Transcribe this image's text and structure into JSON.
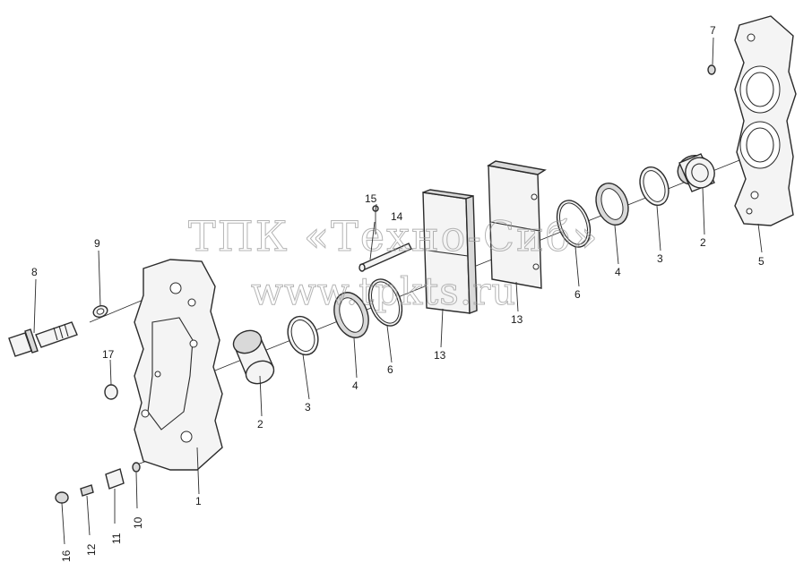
{
  "watermark": {
    "line1": "ТПК «Техно-Сиб»",
    "line2": "www.tpkts.ru"
  },
  "callouts": {
    "p1": "1",
    "p2a": "2",
    "p2b": "2",
    "p3a": "3",
    "p3b": "3",
    "p4a": "4",
    "p4b": "4",
    "p5": "5",
    "p6a": "6",
    "p6b": "6",
    "p7": "7",
    "p8": "8",
    "p9": "9",
    "p10": "10",
    "p11": "11",
    "p12": "12",
    "p13a": "13",
    "p13b": "13",
    "p14": "14",
    "p15": "15",
    "p16": "16",
    "p17": "17"
  }
}
